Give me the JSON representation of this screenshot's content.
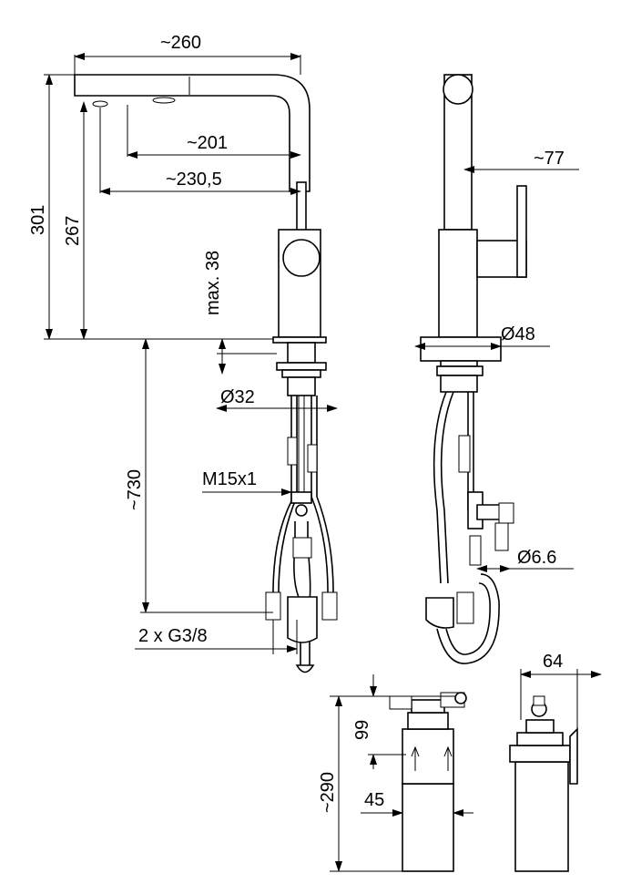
{
  "labels": {
    "width_total": "~260",
    "spout_201": "~201",
    "spout_230": "~230,5",
    "height_301": "301",
    "height_267": "267",
    "max_38": "max. 38",
    "dia_32": "Ø32",
    "hose_730": "~730",
    "thread_m15": "M15x1",
    "conn_g38": "2 x G3/8",
    "side_77": "~77",
    "dia_48": "Ø48",
    "dia_6_6": "Ø6.6",
    "filter_290": "~290",
    "filter_99": "99",
    "filter_45": "45",
    "filter_64": "64"
  }
}
